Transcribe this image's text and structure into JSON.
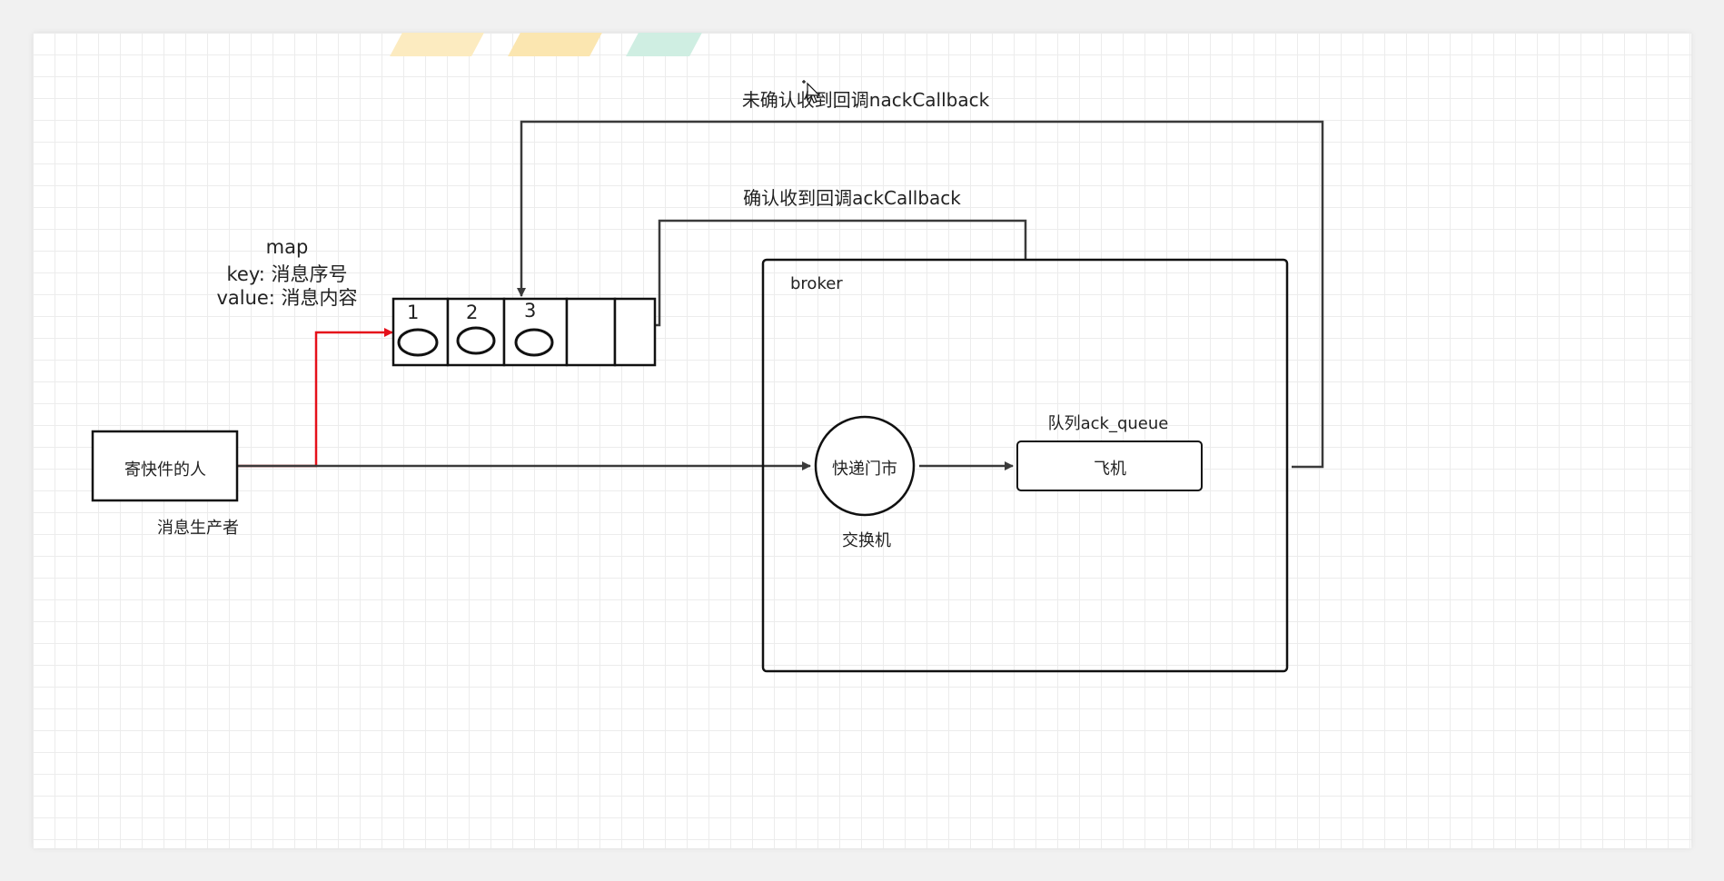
{
  "diagram": {
    "top_arrow_label": "未确认收到回调nackCallback",
    "second_arrow_label": "确认收到回调ackCallback",
    "map_title": "map",
    "map_key": "key: 消息序号",
    "map_value": "value: 消息内容",
    "slots": [
      {
        "number": "1"
      },
      {
        "number": "2"
      },
      {
        "number": "3"
      },
      {
        "number": ""
      },
      {
        "number": ""
      }
    ],
    "producer_box": "寄快件的人",
    "producer_caption": "消息生产者",
    "broker_label": "broker",
    "exchange_node": "快递门市",
    "exchange_caption": "交换机",
    "queue_title": "队列ack_queue",
    "queue_box": "飞机",
    "colors": {
      "highlight_edge": "#e5101a",
      "edge": "#3a3a3a",
      "stroke": "#111111"
    }
  }
}
